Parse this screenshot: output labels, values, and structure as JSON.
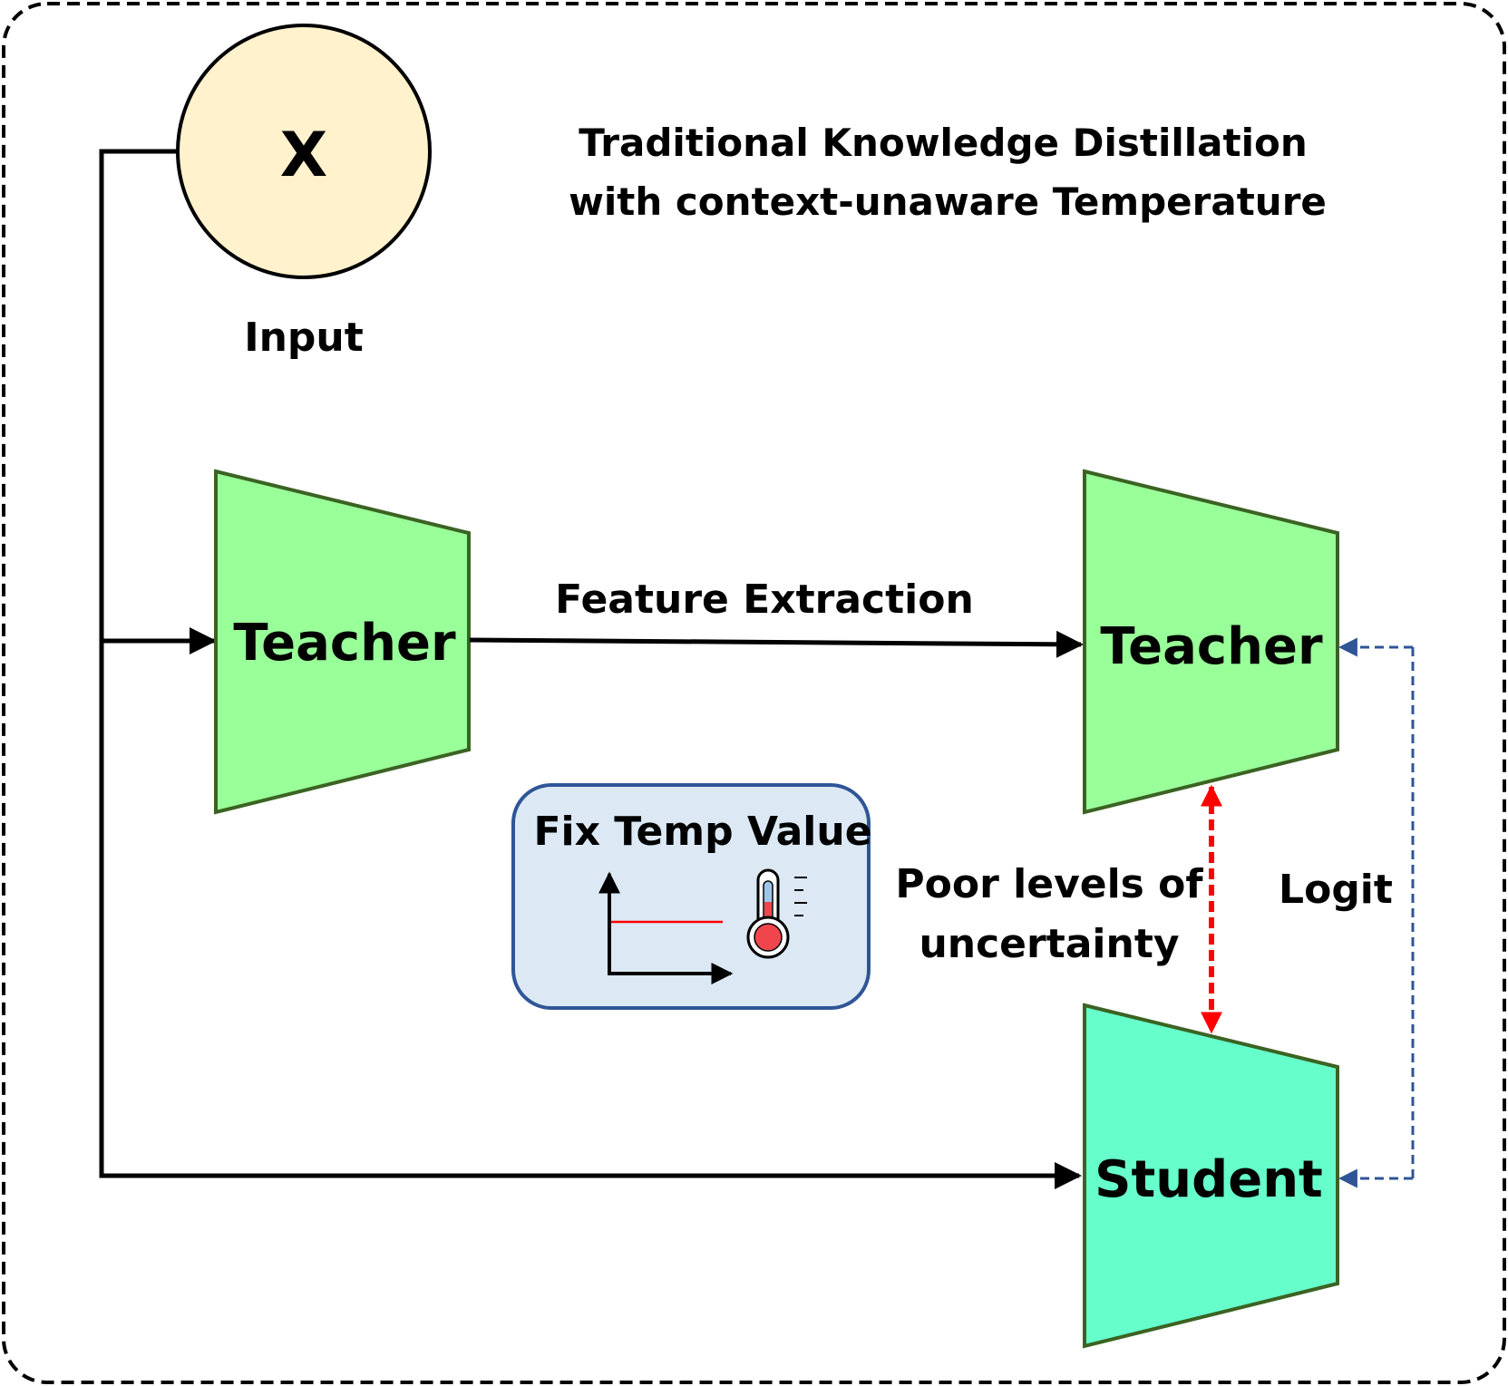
{
  "title": {
    "line1": "Traditional Knowledge Distillation",
    "line2": "with context-unaware Temperature"
  },
  "input": {
    "symbol": "X",
    "label": "Input"
  },
  "teacher_left": {
    "label": "Teacher"
  },
  "teacher_right": {
    "label": "Teacher"
  },
  "student": {
    "label": "Student"
  },
  "edges": {
    "feature_extraction": "Feature Extraction",
    "uncertainty_line1": "Poor levels of",
    "uncertainty_line2": "uncertainty",
    "logit": "Logit"
  },
  "temp_box": {
    "label": "Fix Temp Value"
  },
  "colors": {
    "input_fill": "#fff2cc",
    "teacher_fill": "#99ff99",
    "student_fill": "#66ffcc",
    "module_stroke": "#3b6323",
    "temp_box_fill": "#dce9f5",
    "temp_box_stroke": "#2f5597",
    "uncertainty_arrow": "#ff0000",
    "logit_arrow": "#2f5597",
    "thermo_red": "#f0454d"
  }
}
